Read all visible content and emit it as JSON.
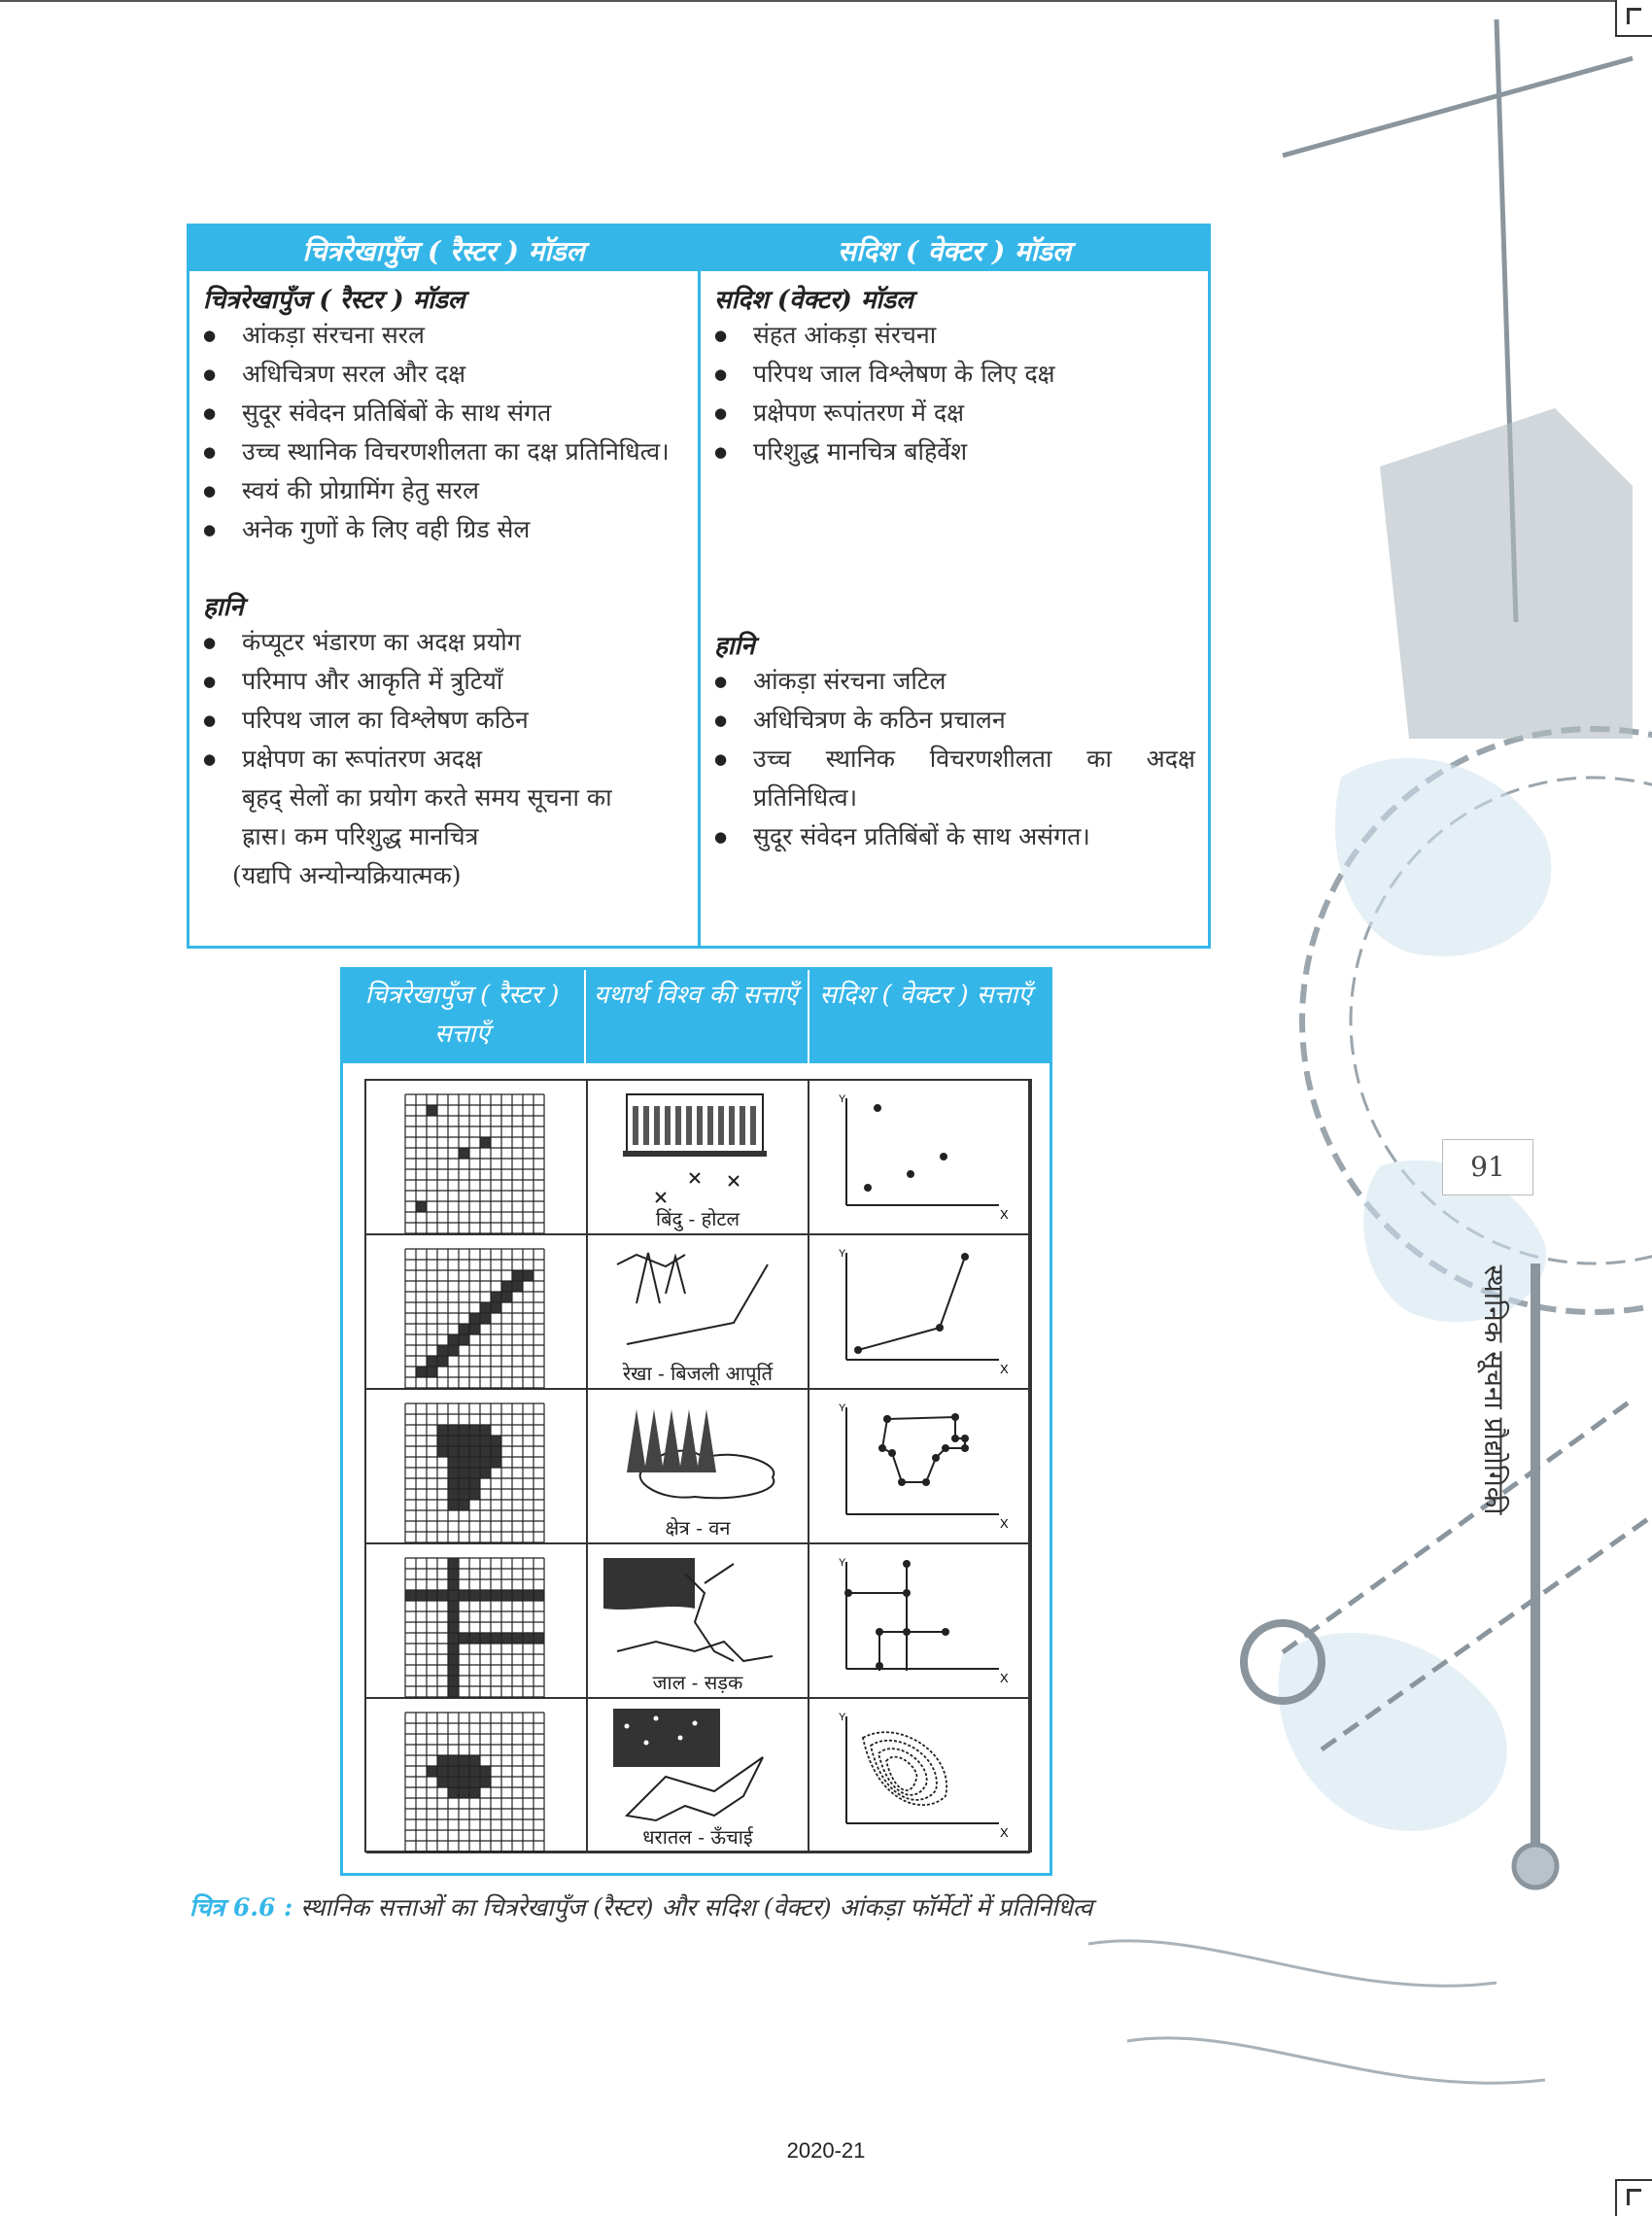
{
  "comparison": {
    "header_left": "चित्ररेखापुँज ( रैस्टर ) मॉडल",
    "header_right": "सदिश ( वेक्टर ) मॉडल",
    "left": {
      "title": "चित्ररेखापुँज ( रैस्टर ) मॉडल",
      "advantages": [
        "आंकड़ा संरचना सरल",
        "अधिचित्रण सरल और दक्ष",
        "सुदूर संवेदन प्रतिबिंबों के साथ संगत",
        "उच्च स्थानिक विचरणशीलता का दक्ष प्रतिनिधित्व।",
        "स्वयं की प्रोग्रामिंग हेतु सरल",
        "अनेक गुणों के लिए वही ग्रिड सेल"
      ],
      "disadvantages_title": "हानि",
      "disadvantages": [
        "कंप्यूटर भंडारण का अदक्ष प्रयोग",
        "परिमाप और आकृति में त्रुटियाँ",
        "परिपथ जाल का विश्लेषण कठिन",
        "प्रक्षेपण का रूपांतरण अदक्ष"
      ],
      "continuation": "बृहद् सेलों का प्रयोग करते समय सूचना का ह्रास। कम परिशुद्ध मानचित्र",
      "note": "(यद्यपि अन्योन्यक्रियात्मक)"
    },
    "right": {
      "title": "सदिश (वेक्टर) मॉडल",
      "advantages": [
        "संहत आंकड़ा संरचना",
        "परिपथ जाल विश्लेषण के लिए दक्ष",
        "प्रक्षेपण रूपांतरण में दक्ष",
        "परिशुद्ध मानचित्र बहिर्वेश"
      ],
      "disadvantages_title": "हानि",
      "disadvantages": [
        "आंकड़ा संरचना जटिल",
        "अधिचित्रण के कठिन प्रचालन",
        "उच्च स्थानिक विचरणशीलता का अदक्ष प्रतिनिधित्व।",
        "सुदूर संवेदन प्रतिबिंबों के साथ असंगत।"
      ]
    }
  },
  "entities": {
    "headers": [
      "चित्ररेखापुँज ( रैस्टर ) सत्ताएँ",
      "यथार्थ विश्व की सत्ताएँ",
      "सदिश ( वेक्टर ) सत्ताएँ"
    ],
    "rows": [
      {
        "label": "बिंदु - होटल"
      },
      {
        "label": "रेखा - बिजली आपूर्ति"
      },
      {
        "label": "क्षेत्र - वन"
      },
      {
        "label": "जाल - सड़क"
      },
      {
        "label": "धरातल - ऊँचाई"
      }
    ],
    "axis_x": "X",
    "axis_y": "Y"
  },
  "caption": {
    "number": "चित्र 6.6 :",
    "text": "स्थानिक सत्ताओं का चित्ररेखापुँज (रैस्टर) और सदिश (वेक्टर) आंकड़ा फॉर्मेटों में प्रतिनिधित्व"
  },
  "page_number": "91",
  "running_head": "स्थानिक सूचना प्रौद्योगिकी",
  "year": "2020-21"
}
